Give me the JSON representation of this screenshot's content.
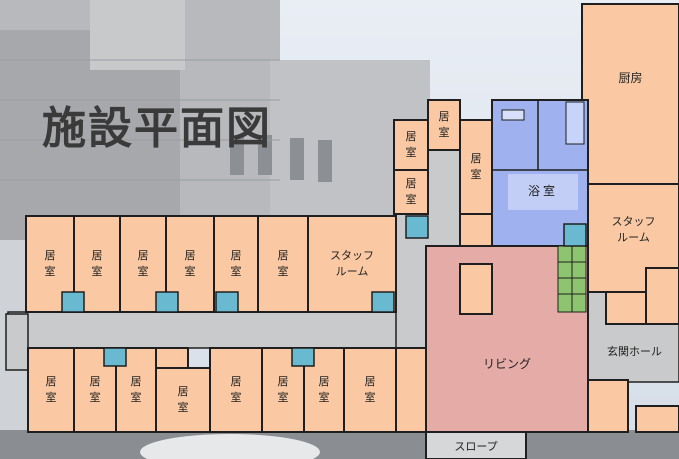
{
  "title": "施設平面図",
  "labels": {
    "kitchen": "厨房",
    "bath": "浴室",
    "staff": "スタッフ\nルーム",
    "room": "居\n室",
    "living": "リビング",
    "entrance_hall": "玄関ホール",
    "slope": "スロープ"
  },
  "colors": {
    "room": "#fac9a3",
    "bath": "#9fb1ef",
    "living": "#e4aba7",
    "corridor": "#c9cacb",
    "small_blue": "#69b9d1",
    "green": "#8ec46f",
    "wall": "#1f1f1f"
  }
}
